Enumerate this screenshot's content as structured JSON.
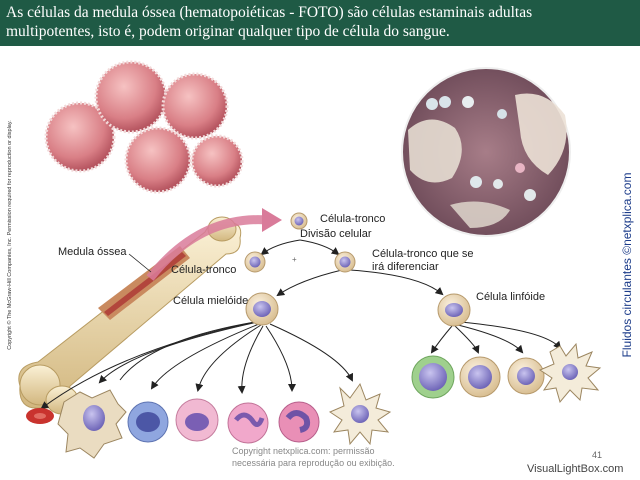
{
  "title": {
    "line1": "As células da medula óssea (hematopoiéticas - FOTO) são células estaminais adultas",
    "line2": "multipotentes, isto é, podem originar qualquer tipo de célula do sangue."
  },
  "labels": {
    "medula": "Medula óssea",
    "stem_top": "Célula-tronco",
    "divisao": "Divisão celular",
    "stem_left": "Célula-tronco",
    "stem_diff_1": "Célula-tronco que se",
    "stem_diff_2": "irá diferenciar",
    "plus": "+",
    "mieloide": "Célula mielóide",
    "linfoide": "Célula linfóide"
  },
  "side": {
    "copyright": "Copyright © The McGraw-Hill Companies, Inc. Permission required for reproduction or display.",
    "site": "Fluidos circulantes ©netxplica.com"
  },
  "footer": {
    "perm_1": "Copyright netxplica.com: permissão",
    "perm_2": "necessária para reprodução ou exibição.",
    "page": "41",
    "watermark": "VisualLightBox.com"
  }
}
